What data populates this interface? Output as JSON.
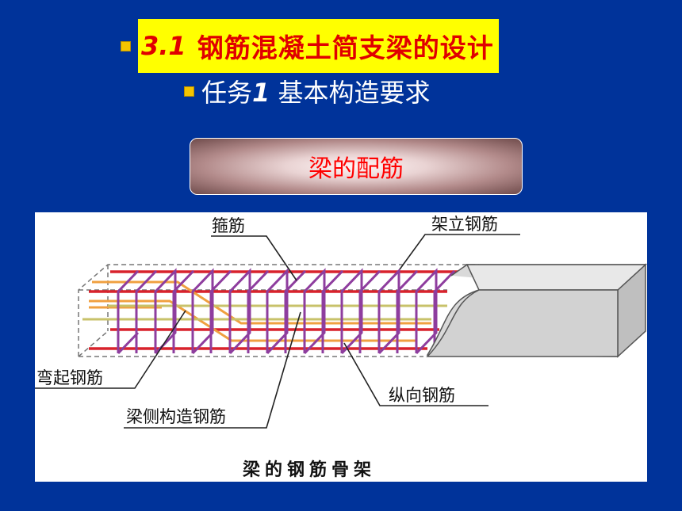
{
  "title": {
    "number": "3.1",
    "text": "钢筋混凝土简支梁的设计"
  },
  "subtitle": {
    "prefix": "任务",
    "number": "1",
    "text": "基本构造要求"
  },
  "badge": {
    "text": "梁的配筋"
  },
  "figure": {
    "labels": {
      "stirrup": "箍筋",
      "erection_bar": "架立钢筋",
      "bent_bar": "弯起钢筋",
      "longitudinal_bar": "纵向钢筋",
      "side_bar": "梁侧构造钢筋"
    },
    "caption": "梁的钢筋骨架"
  },
  "colors": {
    "background": "#00339a",
    "title_highlight": "#ffff00",
    "title_text": "#e00000",
    "bullet": "#f5c400",
    "stirrup": "#8e3d9e",
    "longitudinal": "#d8222c",
    "side_bar": "#c8c26a",
    "bent_bar": "#f0a040",
    "concrete": "#d9d9d9"
  }
}
